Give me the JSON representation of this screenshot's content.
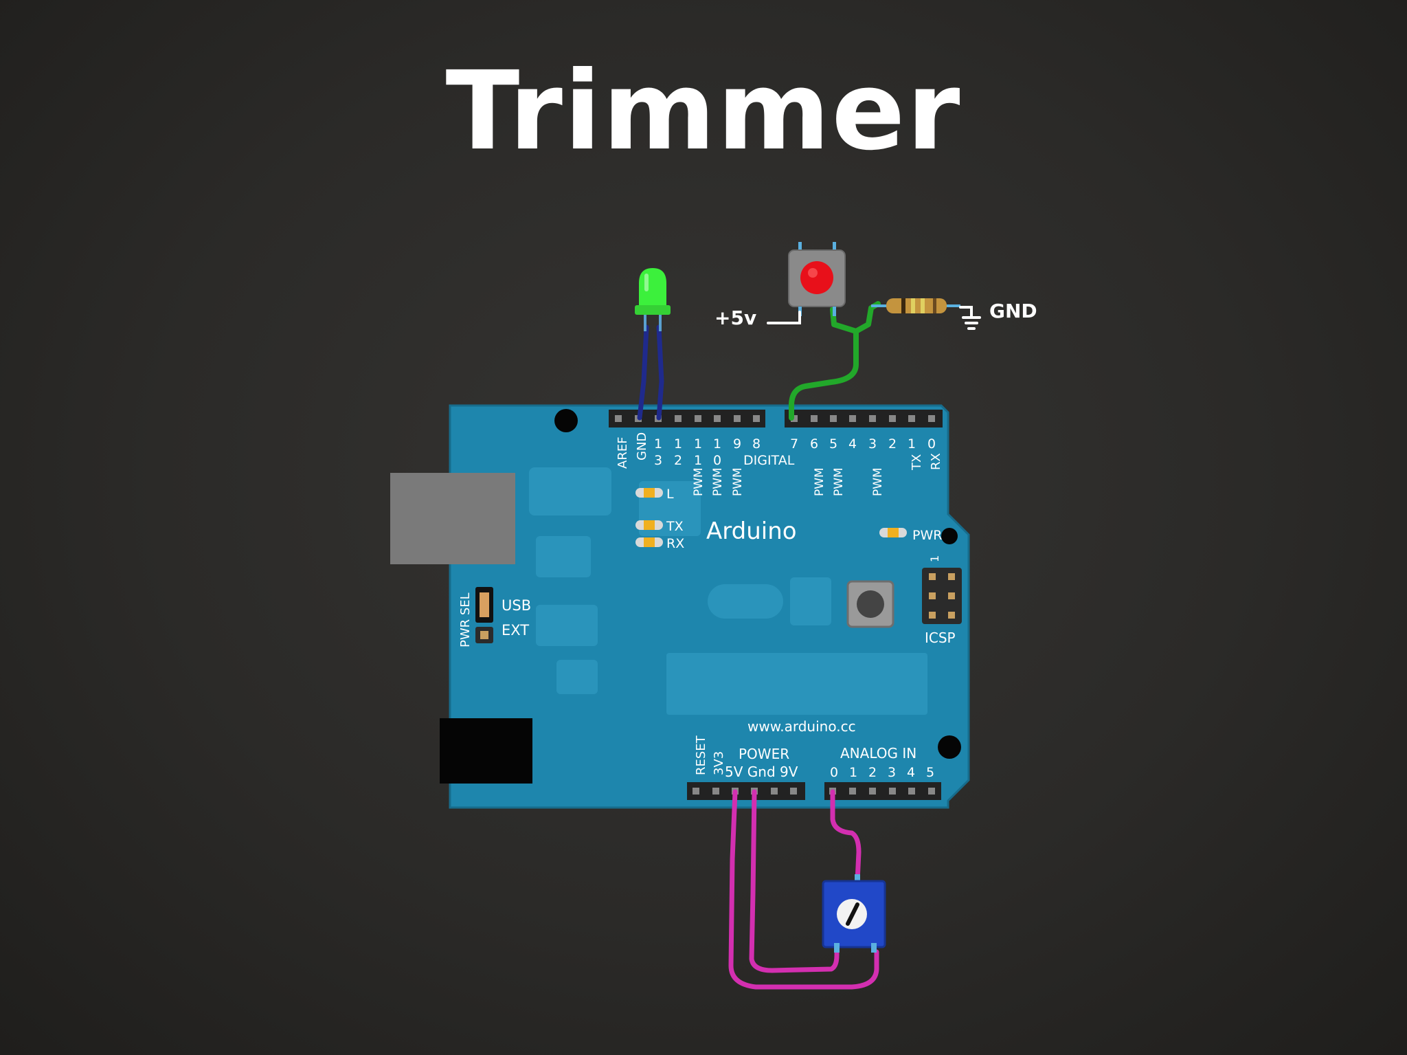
{
  "title": "Trimmer",
  "board": {
    "brand": "Arduino",
    "url": "www.arduino.cc",
    "header_top": [
      "AREF",
      "GND",
      "13",
      "12",
      "11",
      "10",
      "9",
      "8",
      "7",
      "6",
      "5",
      "4",
      "3",
      "2",
      "1",
      "0"
    ],
    "tx_label": "TX",
    "rx_label": "RX",
    "pwm_label": "PWM",
    "digital_label": "DIGITAL",
    "led_l": "L",
    "led_tx": "TX",
    "led_rx": "RX",
    "pwr_led": "PWR",
    "usb": "USB",
    "ext": "EXT",
    "pwr_sel": "PWR SEL",
    "icsp": "ICSP",
    "icsp_pin": "1",
    "reset": "RESET",
    "v3v3": "3V3",
    "power": "POWER",
    "power_pins": "5V Gnd 9V",
    "analog_in": "ANALOG IN",
    "analog_pins": [
      "0",
      "1",
      "2",
      "3",
      "4",
      "5"
    ]
  },
  "annotations": {
    "plus5v": "+5v",
    "gnd": "GND"
  },
  "colors": {
    "board": "#1e86ad",
    "wire_led": "#1f2a8c",
    "wire_button": "#22a82a",
    "wire_trimmer": "#d32fb0",
    "trimmer": "#2148c8",
    "led": "#3cf03c",
    "button_cap": "#e8101a"
  }
}
